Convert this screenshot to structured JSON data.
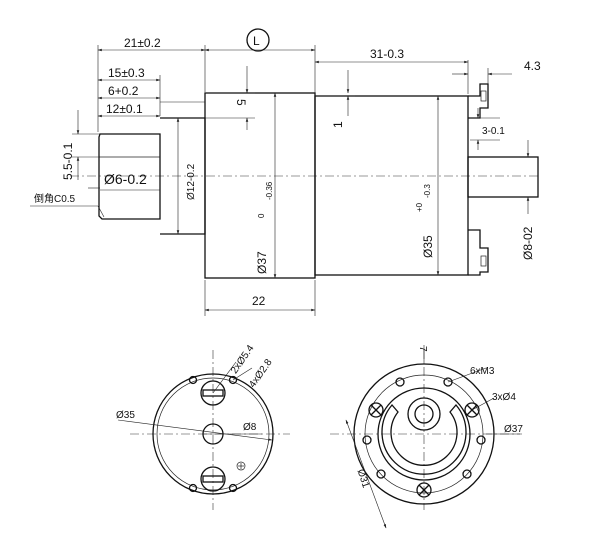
{
  "side_view": {
    "dims": {
      "d_21": "21±0.2",
      "d_L": "L",
      "d_31": "31-0.3",
      "d_4_3": "4.3",
      "d_15": "15±0.3",
      "d_6": "6+0.2",
      "d_5": "5",
      "d_12": "12±0.1",
      "d_1": "1",
      "d_3": "3-0.1",
      "d_5_5": "5.5-0.1",
      "d_phi12": "Ø12-0.2",
      "d_phi6": "Ø6-0.2",
      "d_chamfer": "倒角C0.5",
      "d_phi37": "Ø37",
      "d_phi37_tol_upper": "0",
      "d_phi37_tol_lower": "-0.36",
      "d_phi35": "Ø35",
      "d_phi35_tol_upper": "+0",
      "d_phi35_tol_lower": "-0.3",
      "d_phi8": "Ø8-02",
      "d_22": "22"
    }
  },
  "rear_view": {
    "dims": {
      "d_2x5_4": "2xØ5.4",
      "d_4x2_8": "4xØ2.8",
      "d_phi35": "Ø35",
      "d_phi8": "Ø8"
    }
  },
  "front_view": {
    "dims": {
      "d_7": "7",
      "d_6xM3": "6xM3",
      "d_3x4": "3xØ4",
      "d_phi37": "Ø37",
      "d_phi31": "Ø31"
    }
  }
}
